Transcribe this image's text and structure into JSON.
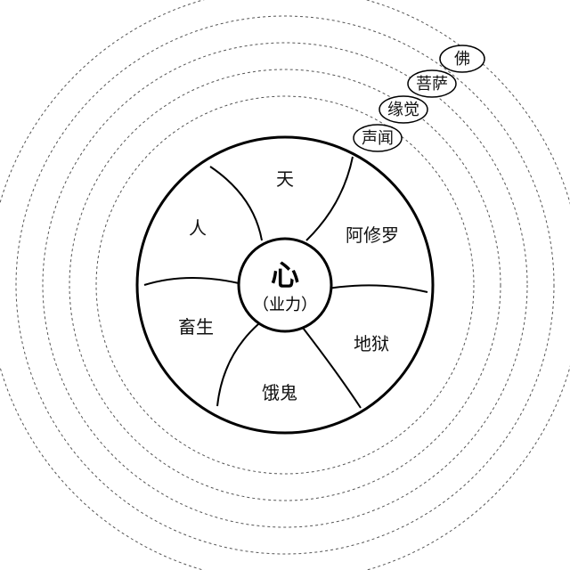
{
  "center": {
    "title": "心",
    "subtitle": "（业力）"
  },
  "realms": {
    "tian": "天",
    "asura": "阿修罗",
    "hell": "地狱",
    "hungry_ghost": "饿鬼",
    "animal": "畜生",
    "human": "人"
  },
  "awakened": {
    "shengwen": "声闻",
    "yuanjue": "缘觉",
    "pusa": "菩萨",
    "fo": "佛"
  },
  "colors": {
    "line": "#000000",
    "dashed": "#555555",
    "background": "#ffffff"
  }
}
